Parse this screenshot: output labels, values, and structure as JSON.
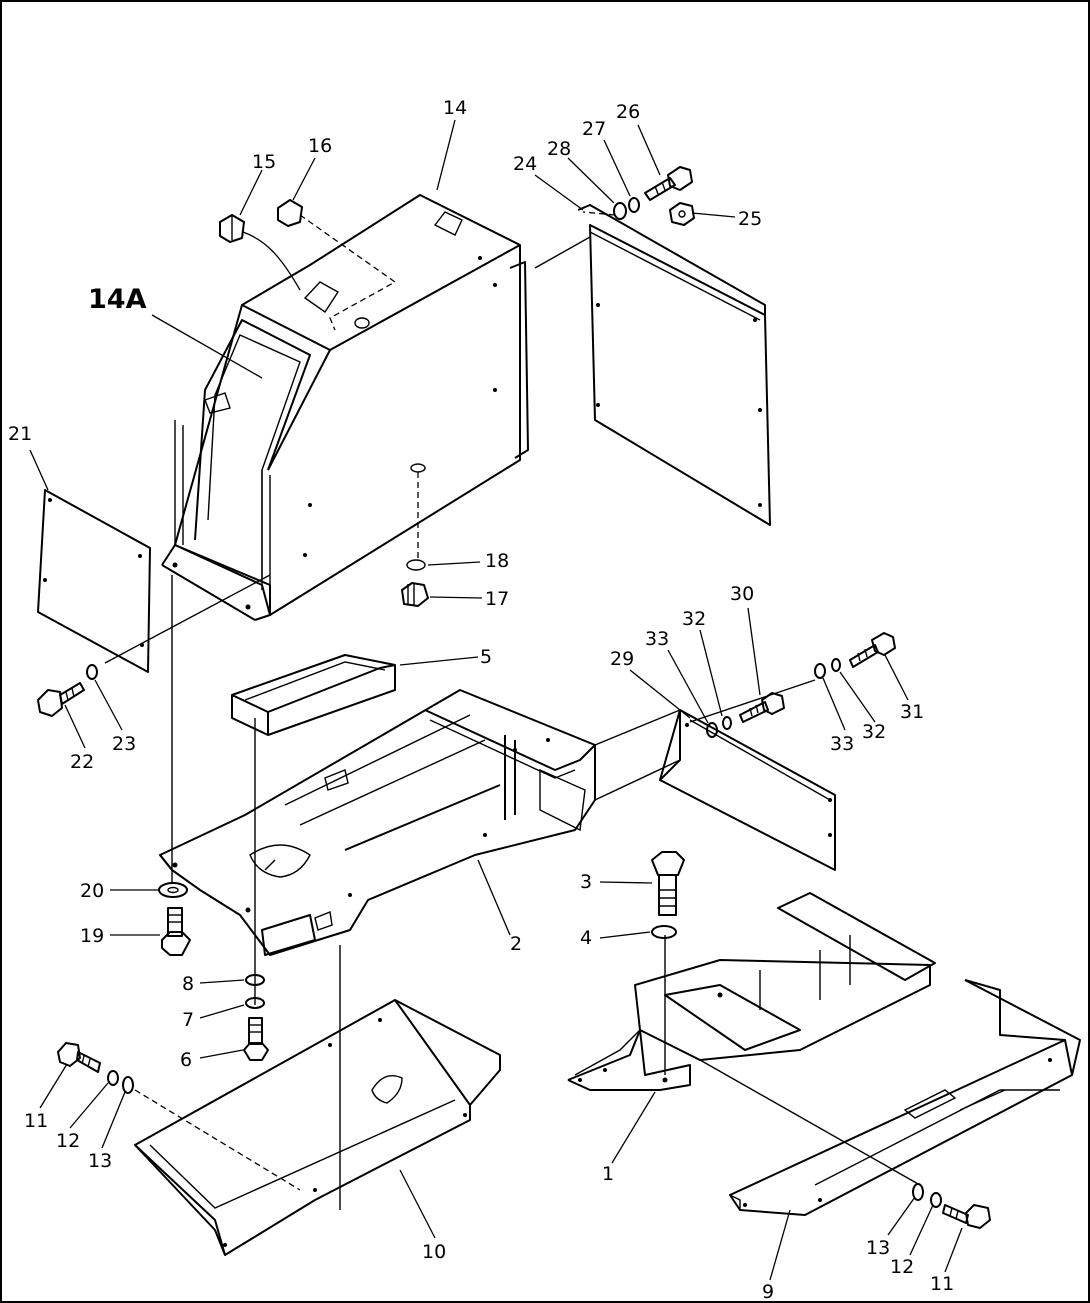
{
  "callouts": {
    "c1": "1",
    "c2": "2",
    "c3": "3",
    "c4": "4",
    "c5": "5",
    "c6": "6",
    "c7": "7",
    "c8": "8",
    "c9": "9",
    "c10": "10",
    "c11a": "11",
    "c11b": "11",
    "c12a": "12",
    "c12b": "12",
    "c13a": "13",
    "c13b": "13",
    "c14": "14",
    "c14a": "14A",
    "c15": "15",
    "c16": "16",
    "c17": "17",
    "c18": "18",
    "c19": "19",
    "c20": "20",
    "c21": "21",
    "c22": "22",
    "c23": "23",
    "c24": "24",
    "c25": "25",
    "c26": "26",
    "c27": "27",
    "c28": "28",
    "c29": "29",
    "c30": "30",
    "c31": "31",
    "c32a": "32",
    "c32b": "32",
    "c33a": "33",
    "c33b": "33"
  }
}
